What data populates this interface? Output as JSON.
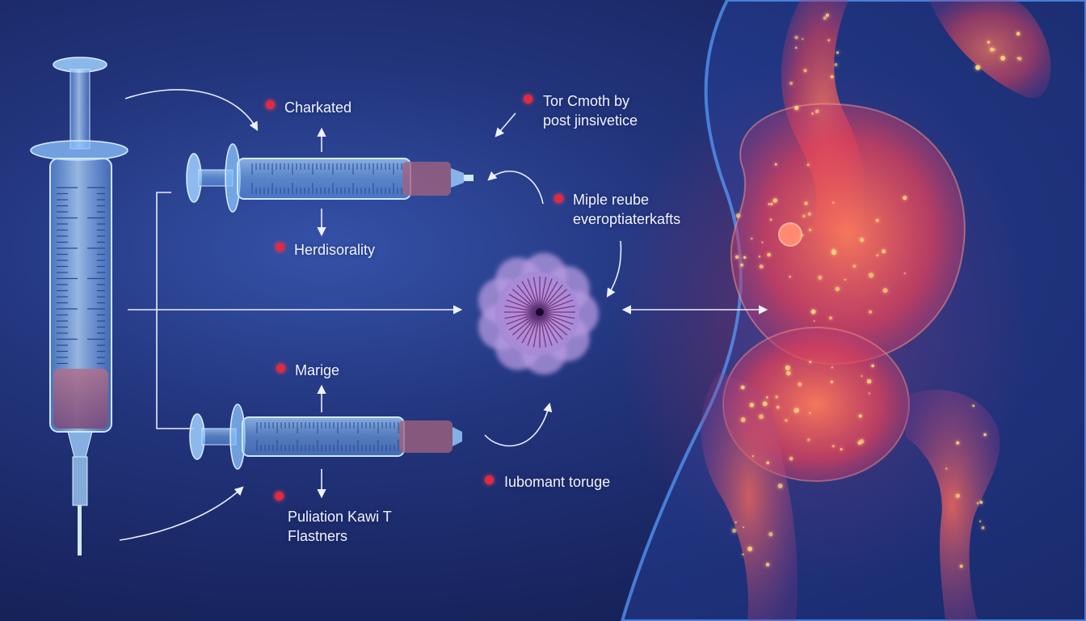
{
  "labels": {
    "charkated": "Charkated",
    "herdisorality": "Herdisorality",
    "marige": "Marige",
    "puliation_line1": "Puliation Kawi T",
    "puliation_line2": "Flastners",
    "tor_line1": "Tor Cmoth by",
    "tor_line2": "post jinsivetice",
    "miple_line1": "Miple reube",
    "miple_line2": "everoptiaterkafts",
    "iubomant": "Iubomant toruge"
  },
  "colors": {
    "background": "#1b2762",
    "syringe_glass": "#8fc6ff",
    "syringe_fluid": "#a0627f",
    "marker_dot": "#e02a40",
    "connector_line": "#e9edff",
    "body_glow": "#ff5a4a",
    "body_outline": "#4a8cff",
    "cell": "#b98acb"
  },
  "icons": {
    "main_syringe": "vertical-syringe-icon",
    "top_syringe": "horizontal-syringe-icon",
    "bottom_syringe": "horizontal-syringe-icon",
    "cell": "cell-cluster-icon",
    "body": "human-hip-anatomy-icon"
  }
}
